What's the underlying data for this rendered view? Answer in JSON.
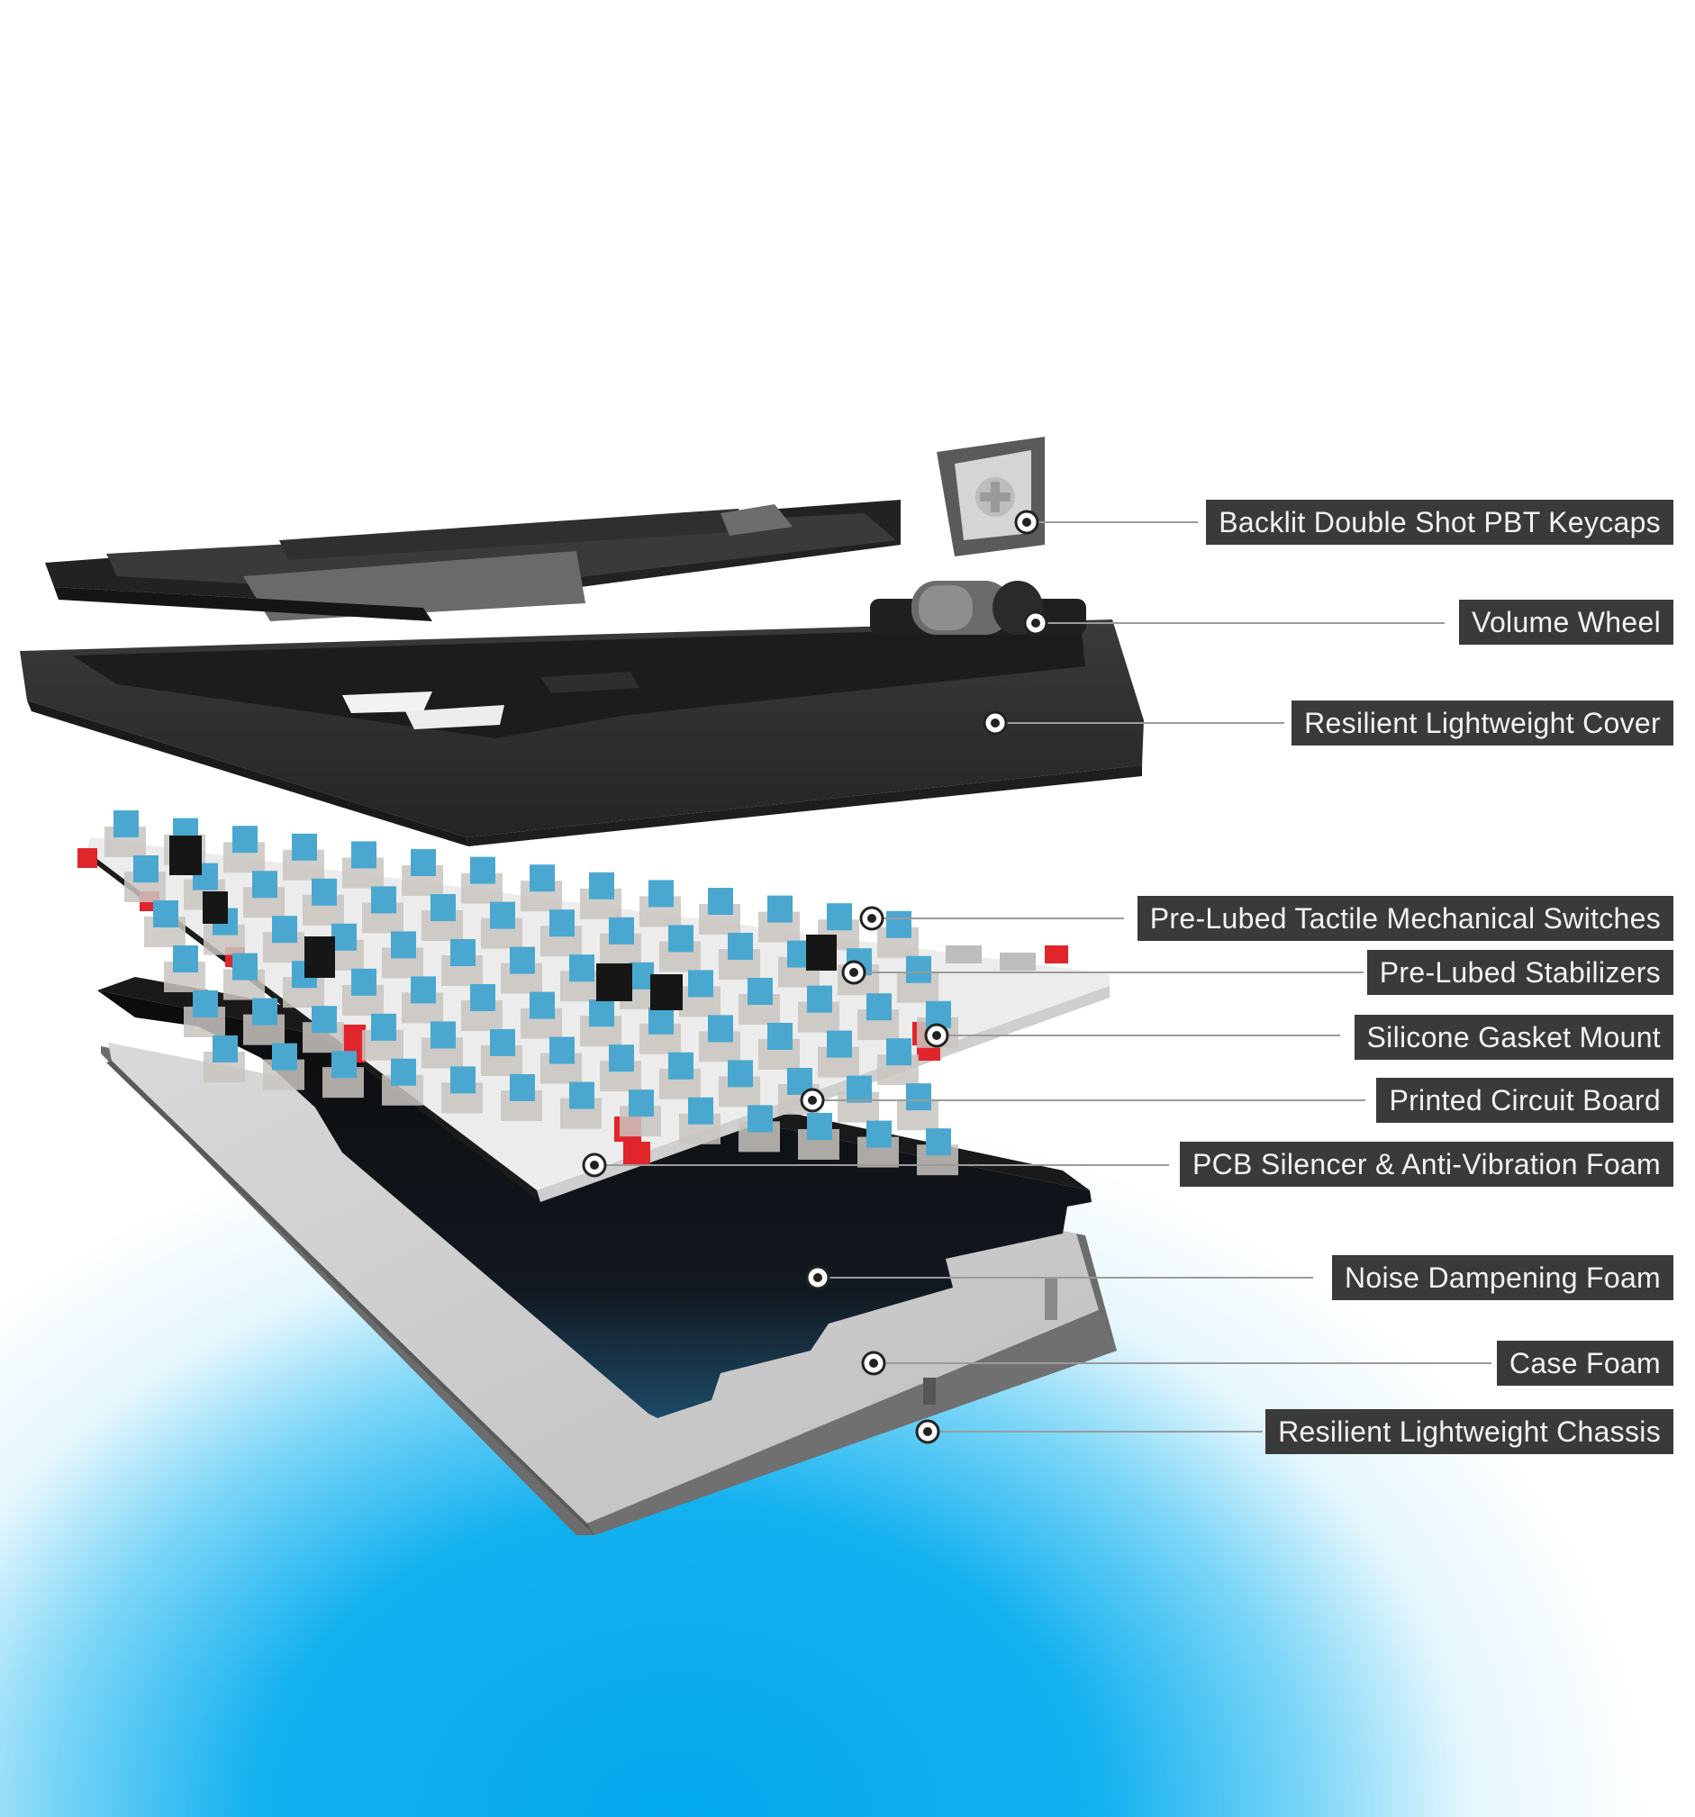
{
  "callouts": [
    {
      "id": "keycaps",
      "label": "Backlit Double Shot PBT Keycaps"
    },
    {
      "id": "volume-wheel",
      "label": "Volume Wheel"
    },
    {
      "id": "cover",
      "label": "Resilient Lightweight Cover"
    },
    {
      "id": "switches",
      "label": "Pre-Lubed Tactile Mechanical Switches"
    },
    {
      "id": "stabilizers",
      "label": "Pre-Lubed Stabilizers"
    },
    {
      "id": "gasket",
      "label": "Silicone Gasket Mount"
    },
    {
      "id": "pcb",
      "label": "Printed Circuit Board"
    },
    {
      "id": "pcb-foam",
      "label": "PCB Silencer & Anti-Vibration Foam"
    },
    {
      "id": "noise-foam",
      "label": "Noise Dampening Foam"
    },
    {
      "id": "case-foam",
      "label": "Case Foam"
    },
    {
      "id": "chassis",
      "label": "Resilient Lightweight Chassis"
    }
  ],
  "colors": {
    "label_bg": "#3a3a3a",
    "label_text": "#f2f2f2",
    "switch_blue": "#4aa8d0",
    "gasket_red": "#e0252b",
    "background_blue": "#03a9ee"
  }
}
